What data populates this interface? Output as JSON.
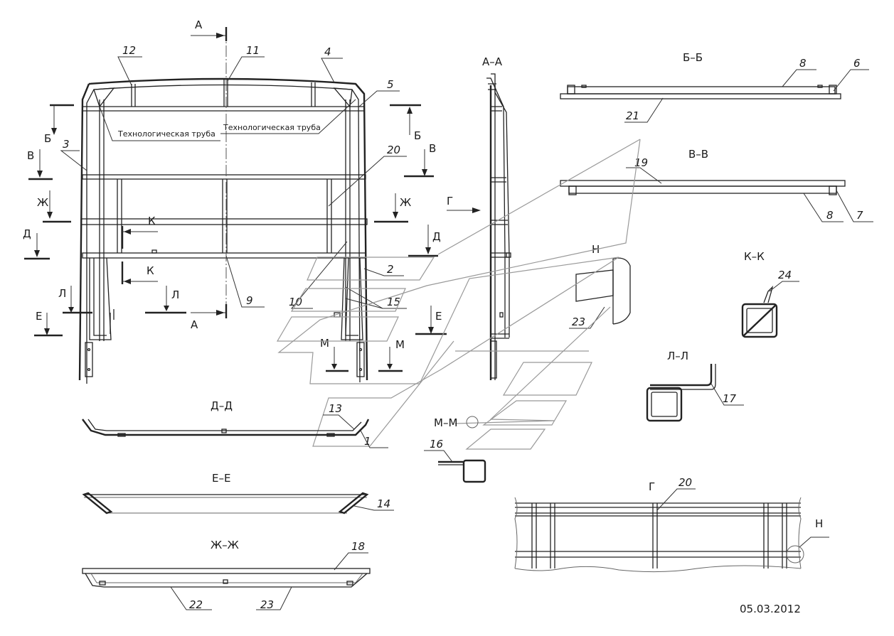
{
  "sections": {
    "aa": "А–А",
    "bb": "Б–Б",
    "vv": "В–В",
    "dd": "Д–Д",
    "ee": "Е–Е",
    "zhzh": "Ж–Ж",
    "kk": "К–К",
    "ll": "Л–Л",
    "mm": "М–М",
    "g_view": "Г",
    "n_detail": "Н"
  },
  "cut_letters": {
    "a": "А",
    "b": "Б",
    "v": "В",
    "zh": "Ж",
    "d": "Д",
    "l": "Л",
    "e": "Е",
    "k": "К",
    "m": "М",
    "g": "Г",
    "n": "Н"
  },
  "notes": {
    "tech_pipe_left": "Технологическая труба",
    "tech_pipe_right": "Технологическая труба"
  },
  "positions": [
    "1",
    "2",
    "3",
    "4",
    "5",
    "6",
    "7",
    "8",
    "9",
    "10",
    "11",
    "12",
    "13",
    "14",
    "15",
    "16",
    "17",
    "18",
    "19",
    "20",
    "21",
    "22",
    "23",
    "24"
  ],
  "date": "05.03.2012",
  "colors": {
    "line": "#222222",
    "ghost": "#999999",
    "background": "#ffffff"
  }
}
